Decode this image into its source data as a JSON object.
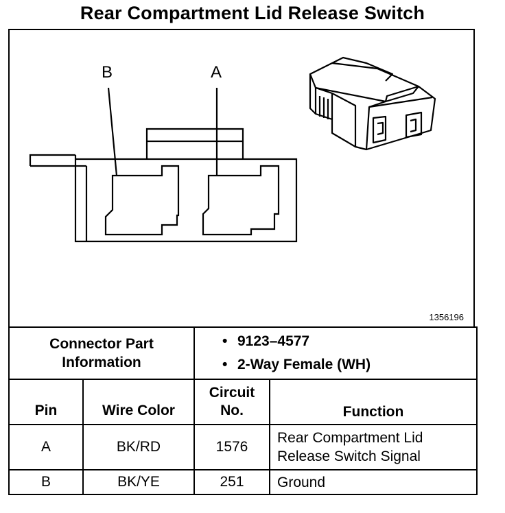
{
  "title": "Rear Compartment Lid Release Switch",
  "diagram": {
    "pin_label_b": "B",
    "pin_label_a": "A",
    "figure_number": "1356196"
  },
  "connector": {
    "label": "Connector Part Information",
    "part_number": "9123–4577",
    "description": "2-Way Female (WH)"
  },
  "table": {
    "headers": {
      "pin": "Pin",
      "wire_color": "Wire Color",
      "circuit_no": "Circuit No.",
      "function": "Function"
    },
    "rows": [
      {
        "pin": "A",
        "wire_color": "BK/RD",
        "circuit": "1576",
        "function_line1": "Rear Compartment Lid",
        "function_line2": "Release Switch Signal"
      },
      {
        "pin": "B",
        "wire_color": "BK/YE",
        "circuit": "251",
        "function_line1": "Ground"
      }
    ]
  }
}
